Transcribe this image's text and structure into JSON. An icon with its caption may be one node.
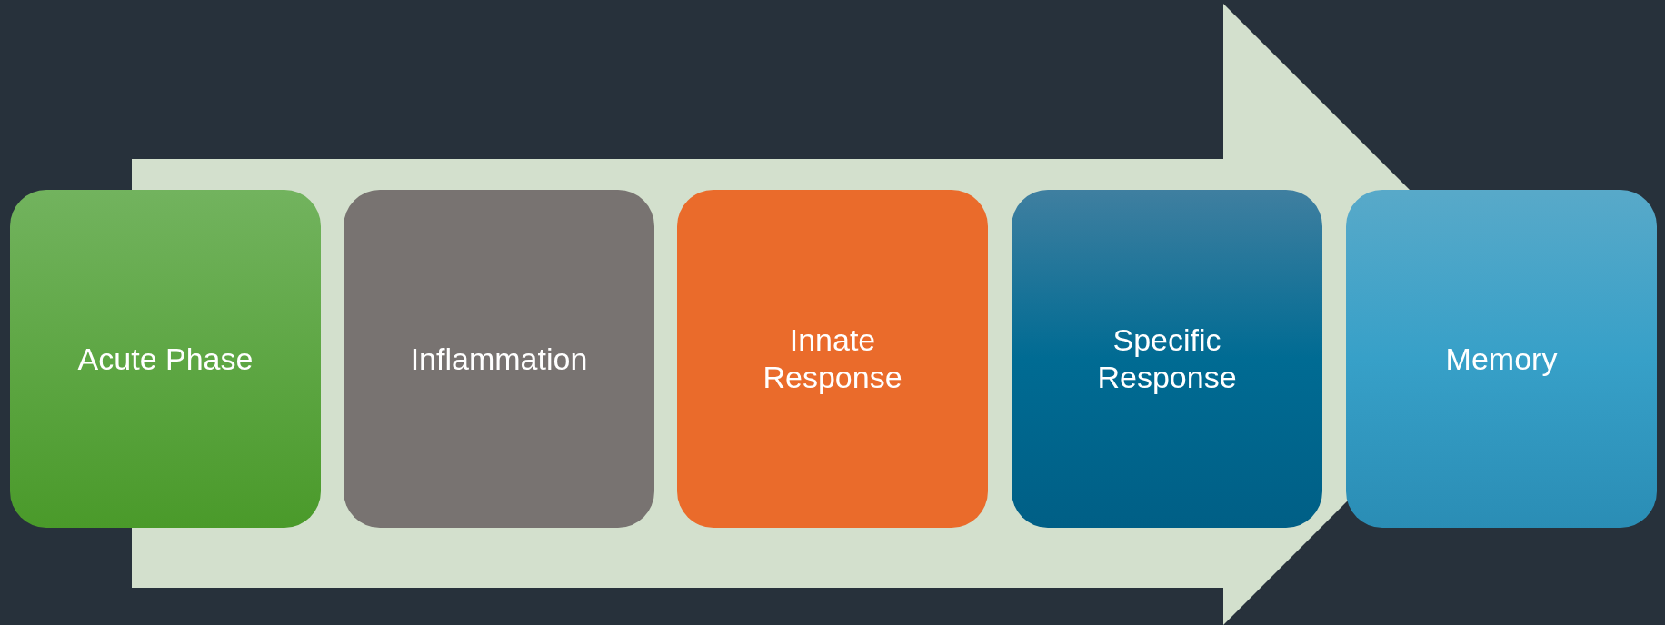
{
  "diagram": {
    "nodes": [
      {
        "text": [
          "Acute Phase"
        ]
      },
      {
        "text": [
          "Inflammation"
        ]
      },
      {
        "text": [
          "Innate Response"
        ]
      },
      {
        "text": [
          "Specific Response"
        ]
      },
      {
        "text": [
          "Memory"
        ]
      }
    ]
  }
}
